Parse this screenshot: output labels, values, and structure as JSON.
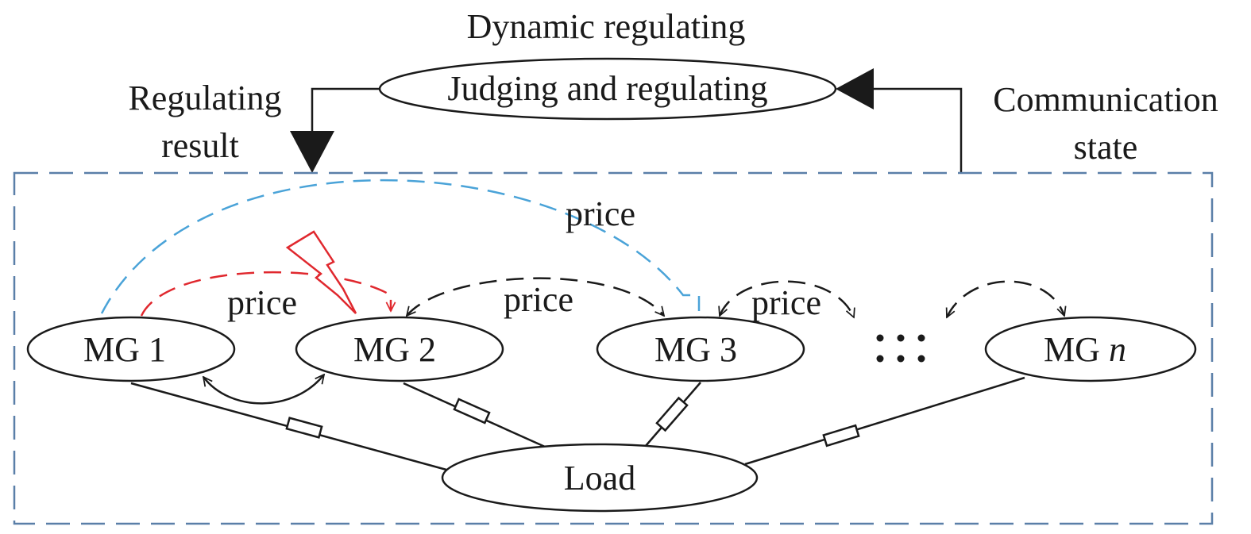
{
  "colors": {
    "boundary": "#5a7fa8",
    "blue_link": "#4aa3d8",
    "red_link": "#e0282e",
    "black": "#1a1a1a"
  },
  "top": {
    "title": "Dynamic regulating",
    "controller": "Judging and regulating",
    "left_label_line1": "Regulating",
    "left_label_line2": "result",
    "right_label_line1": "Communication",
    "right_label_line2": "state"
  },
  "nodes": {
    "mg1": "MG 1",
    "mg2": "MG 2",
    "mg3": "MG 3",
    "mgn_prefix": "MG ",
    "mgn_suffix": "n",
    "ellipsis": "⋮",
    "load": "Load"
  },
  "links": {
    "price_blue": "price",
    "price_red": "price",
    "price_23": "price",
    "price_3dots": "price"
  },
  "icons": [
    "lightning-fault-icon",
    "dots-ellipsis-icon"
  ]
}
